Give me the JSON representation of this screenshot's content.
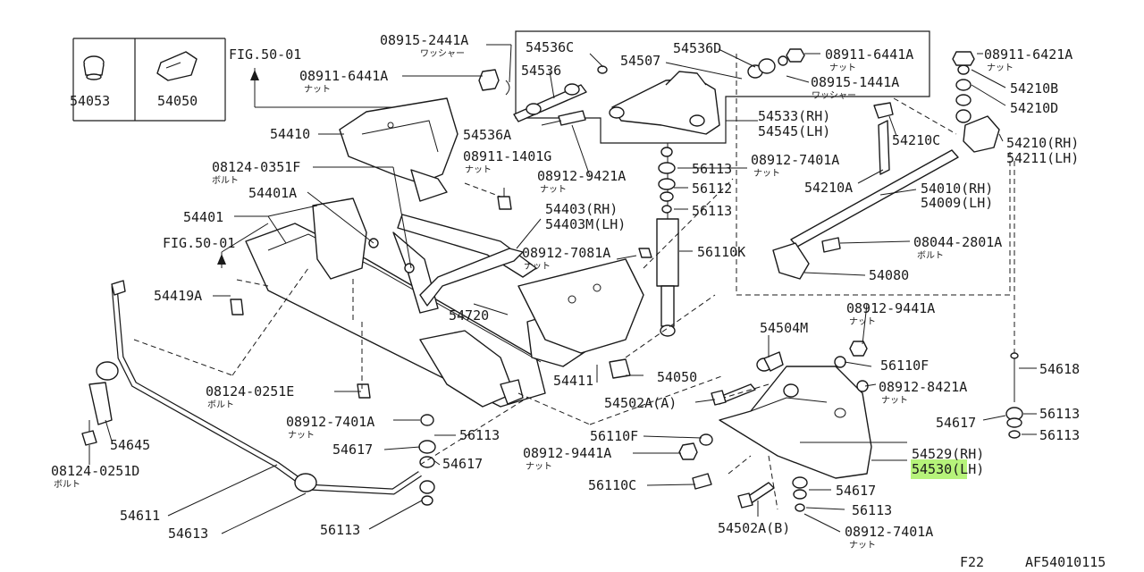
{
  "diagram": {
    "footer_code": "F22",
    "footer_id": "AF54010115",
    "highlight_color": "#b6f37a",
    "inset_labels": [
      "54053",
      "54050"
    ],
    "fig_refs": [
      "FIG.50-01",
      "FIG.50-01"
    ],
    "labels": {
      "l08915_2441A": "08915-2441A",
      "l_washer1": "ワッシャー",
      "l54536C": "54536C",
      "l54536": "54536",
      "l54507": "54507",
      "l54536D": "54536D",
      "l08911_6441A_r": "08911-6441A",
      "l_nut_r1": "ナット",
      "l08915_1441A": "08915-1441A",
      "l_washer2": "ワッシャー",
      "l08911_6421A": "08911-6421A",
      "l_nut_r2": "ナット",
      "l54210B": "54210B",
      "l54210D": "54210D",
      "l54210C": "54210C",
      "l54210RH": "54210(RH)",
      "l54211LH": "54211(LH)",
      "l08911_6441A_l": "08911-6441A",
      "l_nut_l1": "ナット",
      "l54410": "54410",
      "l54536A": "54536A",
      "l54533RH": "54533(RH)",
      "l54545LH": "54545(LH)",
      "l08911_1401G": "08911-1401G",
      "l_nut_m1": "ナット",
      "l08124_0351F": "08124-0351F",
      "l_bolt1": "ボルト",
      "l56113_a": "56113",
      "l08912_7401A_a": "08912-7401A",
      "l_nut_m2": "ナット",
      "l08912_9421A": "08912-9421A",
      "l_nut_m3": "ナット",
      "l56112": "56112",
      "l56113_b": "56113",
      "l54210A": "54210A",
      "l54010RH": "54010(RH)",
      "l54009LH": "54009(LH)",
      "l54401A": "54401A",
      "l54401": "54401",
      "l54403RH": "54403(RH)",
      "l54403MLH": "54403M(LH)",
      "l08912_7081A": "08912-7081A",
      "l_nut_m4": "ナット",
      "l56110K": "56110K",
      "l08044_2801A": "08044-2801A",
      "l_bolt2": "ボルト",
      "l54080": "54080",
      "l54419A": "54419A",
      "l54720": "54720",
      "l08912_9441A_r": "08912-9441A",
      "l_nut_r3": "ナット",
      "l54504M": "54504M",
      "l56110F_r": "56110F",
      "l54411": "54411",
      "l54050": "54050",
      "l54502A_A": "54502A(A)",
      "l08912_8421A": "08912-8421A",
      "l_nut_r4": "ナット",
      "l54618": "54618",
      "l08124_0251E": "08124-0251E",
      "l_bolt3": "ボルト",
      "l08912_7401A_b": "08912-7401A",
      "l_nut_l2": "ナット",
      "l56113_c": "56113",
      "l54617_a": "54617",
      "l54645": "54645",
      "l08124_0251D": "08124-0251D",
      "l_bolt4": "ボルト",
      "l54617_b": "54617",
      "l56110F_b": "56110F",
      "l08912_9441A_b": "08912-9441A",
      "l_nut_b1": "ナット",
      "l56110C": "56110C",
      "l54617_r": "54617",
      "l56113_r1": "56113",
      "l56113_r2": "56113",
      "l54529RH": "54529(RH)",
      "l54530LH": "54530(LH)",
      "l54617_c": "54617",
      "l56113_d": "56113",
      "l54611": "54611",
      "l54613": "54613",
      "l56113_e": "56113",
      "l54502A_B": "54502A(B)",
      "l08912_7401A_c": "08912-7401A",
      "l_nut_b2": "ナット"
    }
  }
}
